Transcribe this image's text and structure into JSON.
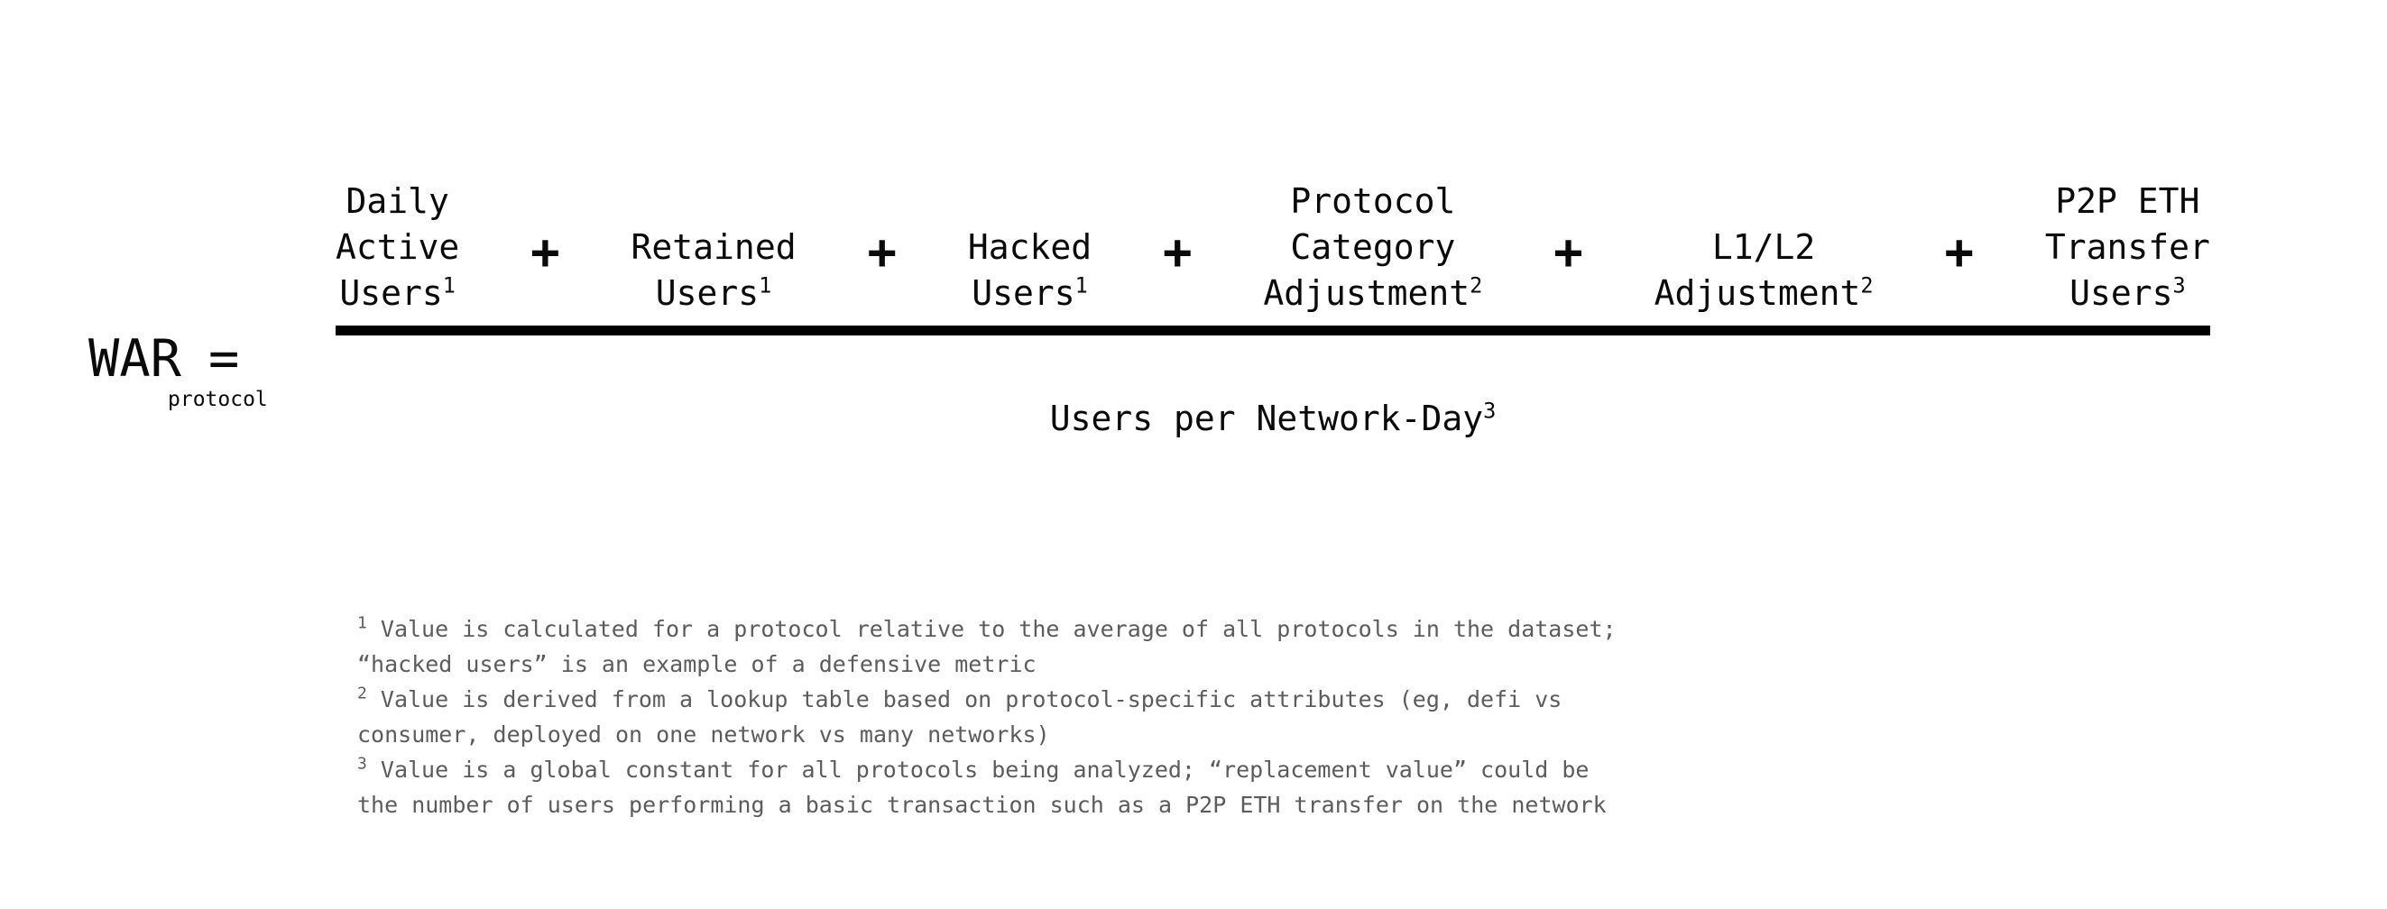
{
  "formula": {
    "lhs": {
      "main": "WAR",
      "subscript": "protocol",
      "equals": "="
    },
    "operator": "+",
    "numerator_terms": [
      {
        "name": "daily-active-users",
        "lines": [
          "Daily",
          "Active",
          "Users"
        ],
        "superscript": "1"
      },
      {
        "name": "retained-users",
        "lines": [
          "Retained",
          "Users"
        ],
        "superscript": "1"
      },
      {
        "name": "hacked-users",
        "lines": [
          "Hacked",
          "Users"
        ],
        "superscript": "1"
      },
      {
        "name": "protocol-category-adjustment",
        "lines": [
          "Protocol",
          "Category",
          "Adjustment"
        ],
        "superscript": "2"
      },
      {
        "name": "l1-l2-adjustment",
        "lines": [
          "L1/L2",
          "Adjustment"
        ],
        "superscript": "2"
      },
      {
        "name": "p2p-eth-transfer-users",
        "lines": [
          "P2P ETH",
          "Transfer",
          "Users"
        ],
        "superscript": "3"
      }
    ],
    "denominator": {
      "text": "Users per Network-Day",
      "superscript": "3"
    }
  },
  "footnotes": [
    {
      "marker": "1",
      "lines": [
        "Value is calculated for a protocol relative to the average of all protocols in the dataset;",
        "“hacked users” is an example of a defensive metric"
      ]
    },
    {
      "marker": "2",
      "lines": [
        "Value is derived from a lookup table based on protocol-specific attributes (eg, defi vs",
        "consumer, deployed on one network vs many networks)"
      ]
    },
    {
      "marker": "3",
      "lines": [
        "Value is a global constant for all protocols being analyzed; “replacement value” could be",
        "the number of users performing a basic transaction such as a P2P ETH transfer on the network"
      ]
    }
  ],
  "colors": {
    "text": "#0a0a0a",
    "footnote_text": "#5c5c5c",
    "rule": "#000000",
    "background": "#ffffff"
  }
}
